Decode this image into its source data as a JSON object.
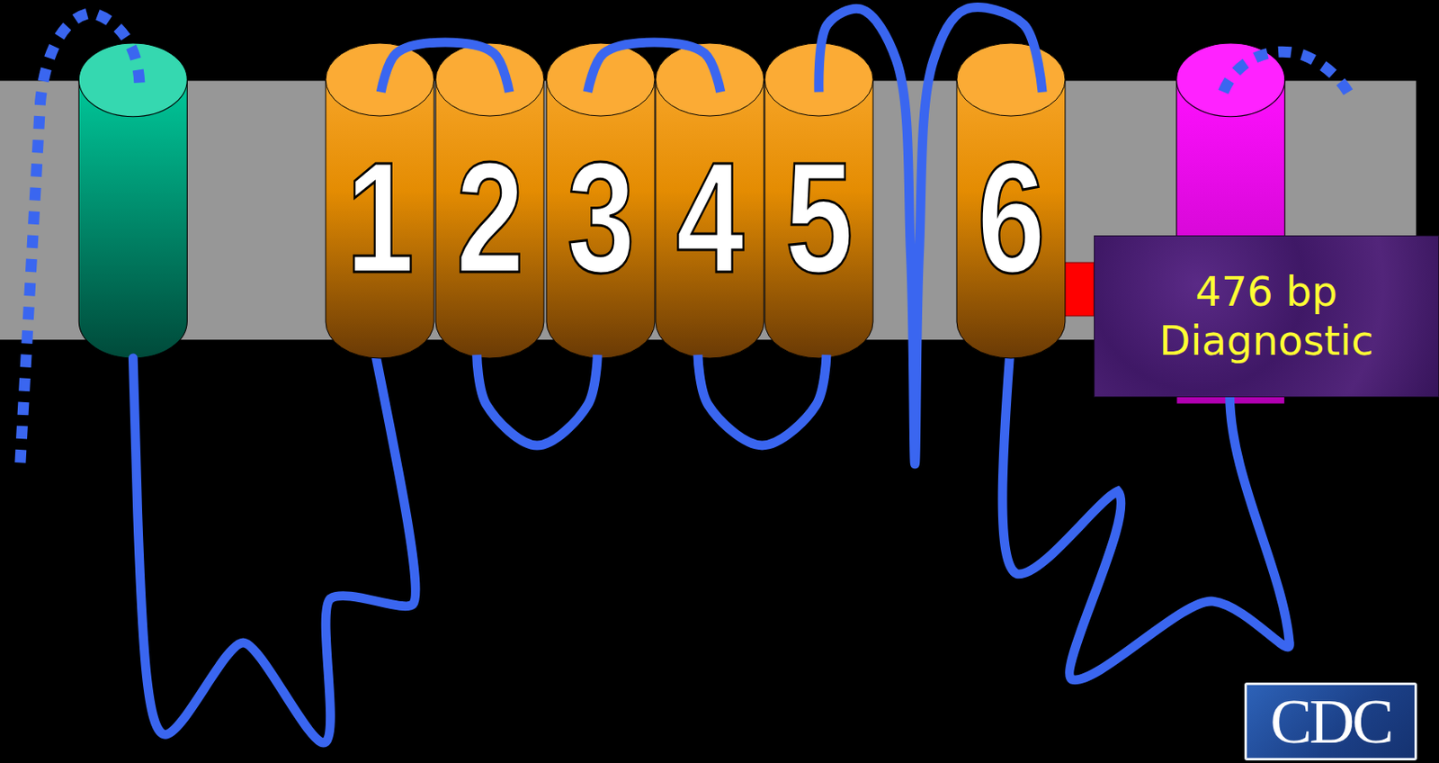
{
  "diagram": {
    "nodes": [
      {
        "text": [
          "1"
        ]
      },
      {
        "text": [
          "2"
        ]
      },
      {
        "text": [
          "3"
        ]
      },
      {
        "text": [
          "4"
        ]
      },
      {
        "text": [
          "5"
        ]
      },
      {
        "text": [
          "6"
        ]
      },
      {
        "text": [
          "476 bp Diagnostic"
        ]
      }
    ],
    "edges": [
      {
        "from": 0,
        "to": 1,
        "arrow": "none"
      },
      {
        "from": 1,
        "to": 2,
        "arrow": "none"
      },
      {
        "from": 2,
        "to": 3,
        "arrow": "none"
      },
      {
        "from": 3,
        "to": 4,
        "arrow": "none"
      },
      {
        "from": 4,
        "to": 5,
        "arrow": "none"
      }
    ],
    "labels": [
      "CDC"
    ]
  }
}
